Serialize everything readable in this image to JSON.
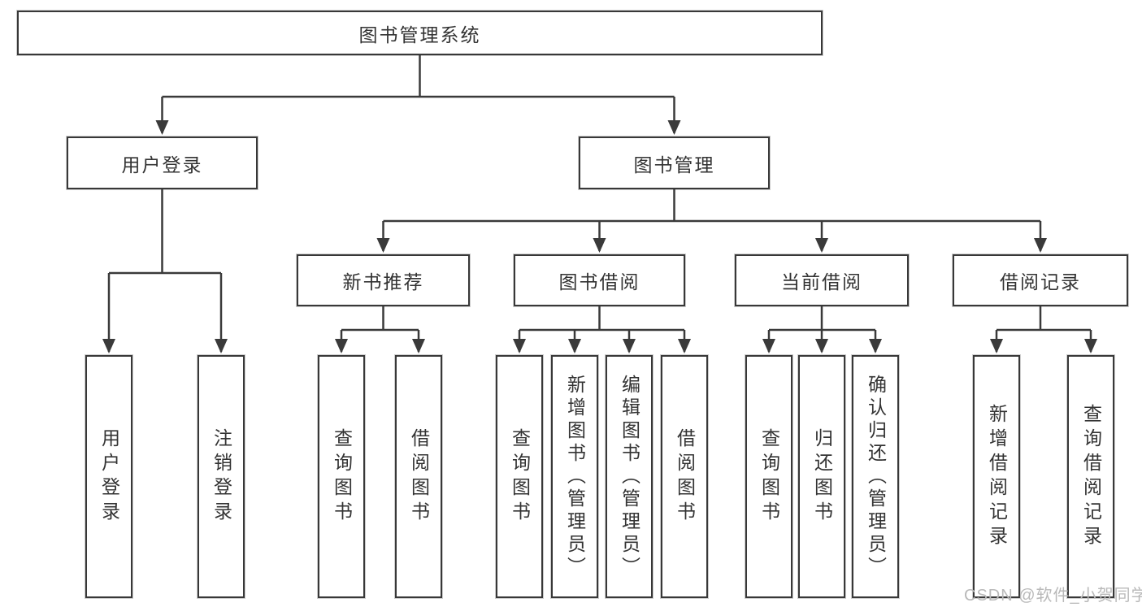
{
  "diagram": {
    "type": "hierarchy-tree",
    "root": "图书管理系统",
    "branches": [
      {
        "label": "用户登录",
        "children": [
          "用户登录",
          "注销登录"
        ]
      },
      {
        "label": "图书管理",
        "children": [
          {
            "label": "新书推荐",
            "children": [
              "查询图书",
              "借阅图书"
            ]
          },
          {
            "label": "图书借阅",
            "children": [
              "查询图书",
              "新增图书（管理员）",
              "编辑图书（管理员）",
              "借阅图书"
            ]
          },
          {
            "label": "当前借阅",
            "children": [
              "查询图书",
              "归还图书",
              "确认归还（管理员）"
            ]
          },
          {
            "label": "借阅记录",
            "children": [
              "新增借阅记录",
              "查询借阅记录"
            ]
          }
        ]
      }
    ]
  },
  "watermark": "CSDN @软件_小贺同学",
  "colors": {
    "line": "#3a3a3a",
    "box_border": "#383838",
    "text": "#333333",
    "watermark_text": "#b9b9b9",
    "background": "#ffffff"
  }
}
